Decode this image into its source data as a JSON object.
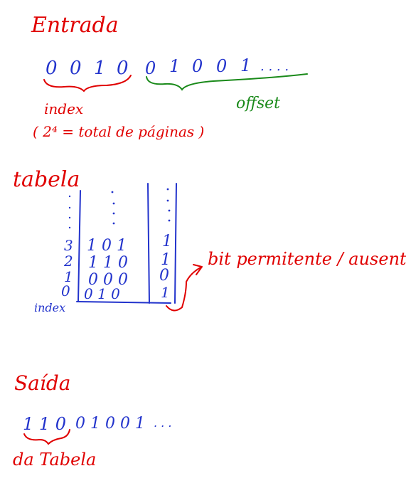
{
  "colors": {
    "red": "#e00000",
    "blue": "#2233cc",
    "green": "#1a8a1a",
    "paper": "#ffffff"
  },
  "entrada": {
    "heading": "Entrada",
    "bits_index": [
      "0",
      "0",
      "1",
      "0"
    ],
    "bits_offset": [
      "0",
      "1",
      "0",
      "0",
      "1"
    ],
    "ellipsis": ". . . .",
    "index_label": "index",
    "index_note": "( 2⁴ = total de páginas )",
    "offset_label": "offset"
  },
  "tabela": {
    "heading": "tabela",
    "index_axis_label": "index",
    "dots": ":",
    "rows": [
      {
        "index": "3",
        "frame": "1 0 1",
        "flag": "1"
      },
      {
        "index": "2",
        "frame": "1 1 0",
        "flag": "1"
      },
      {
        "index": "1",
        "frame": "0 0 0",
        "flag": "0"
      },
      {
        "index": "0",
        "frame": "0 1 0",
        "flag": "1"
      }
    ],
    "bit_label": "bit permitente / ausente"
  },
  "saida": {
    "heading": "Saída",
    "frame_bits": "1 1 0",
    "offset_bits": "0 1 0 0 1",
    "ellipsis": ". . .",
    "source_label": "da Tabela"
  }
}
